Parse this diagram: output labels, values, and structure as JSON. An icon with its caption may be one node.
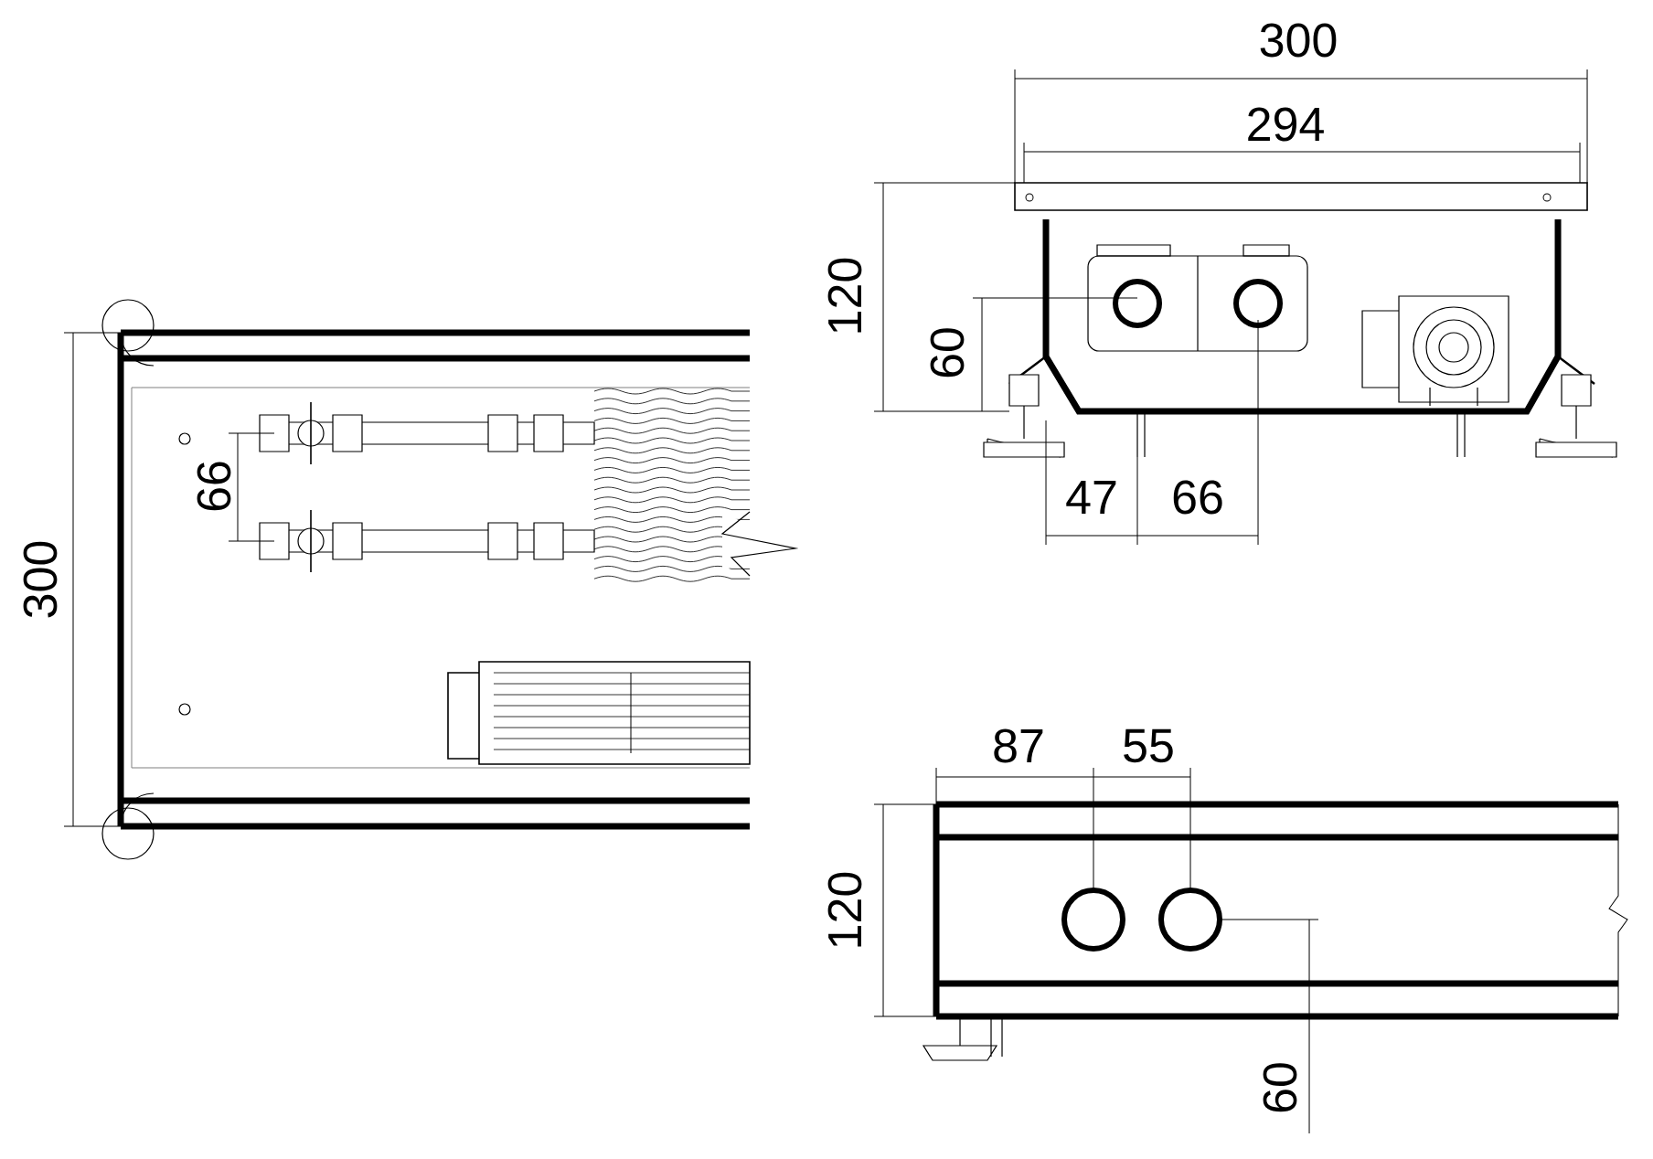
{
  "diagram": {
    "labels": [
      "300",
      "294",
      "120",
      "60",
      "66",
      "300",
      "47",
      "66",
      "87",
      "55",
      "120",
      "60"
    ]
  }
}
